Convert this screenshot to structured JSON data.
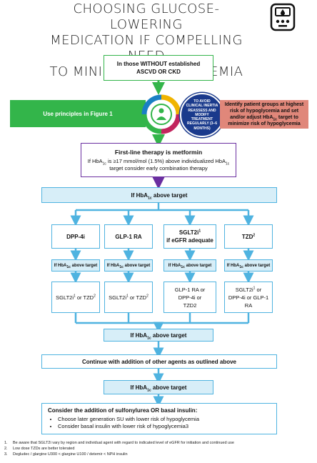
{
  "title": {
    "line1": "CHOOSING GLUCOSE-LOWERING",
    "line2": "MEDICATION IF COMPELLING NEED",
    "line3": "TO MINIMIZE HYPOGLYCEMIA"
  },
  "icon": "glucometer-icon",
  "start_box": {
    "line1": "In those WITHOUT established",
    "line2": "ASCVD OR CKD"
  },
  "principles_box": "Use principles in Figure 1",
  "inertia_circle": "TO AVOID CLINICAL INERTIA REASSESS AND MODIFY TREATMENT REGULARLY (3–6 MONTHS)",
  "identify_box": {
    "pre": "Identify patient groups at highest risk of hypoglycemia and set and/or adjust HbA",
    "sub": "1c",
    "post": " target to minimize risk of hypoglycemia"
  },
  "first_line": {
    "title": "First-line therapy is metformin",
    "body_pre": "If HbA",
    "body_sub": "1c",
    "body_mid": " is ≥17 mmol/mol (1.5%) above individualized HbA",
    "body_sub2": "1c",
    "body_post": " target consider early combination therapy"
  },
  "hba1c_label": {
    "pre": "If HbA",
    "sub": "1c",
    "post": " above target"
  },
  "branches": [
    {
      "drug": "DPP-4i",
      "drug_sup": "",
      "drug_line2": "",
      "next": "SGLT2i",
      "next_sup": "1",
      "next_post": " or TZD",
      "next_sup2": "2",
      "extra": ""
    },
    {
      "drug": "GLP-1 RA",
      "drug_sup": "",
      "drug_line2": "",
      "next": "SGLT2i",
      "next_sup": "1",
      "next_post": " or TZD",
      "next_sup2": "2",
      "extra": ""
    },
    {
      "drug": "SGLT2i",
      "drug_sup": "1",
      "drug_line2": "if eGFR adequate",
      "next": "GLP-1 RA or",
      "next_sup": "",
      "next_post": "DPP-4i or",
      "next_sup2": "",
      "extra": "TZD2"
    },
    {
      "drug": "TZD",
      "drug_sup": "2",
      "drug_line2": "",
      "next": "SGLT2i",
      "next_sup": "1",
      "next_post": " or",
      "next_sup2": "",
      "extra": "DPP-4i or GLP-1 RA"
    }
  ],
  "continue_box": "Continue with addition of other agents as outlined above",
  "final_box": {
    "title_pre": "Consider the addition of sulfonylurea ",
    "title_or": "OR",
    "title_post": " basal insulin:",
    "items": [
      "Choose later generation SU with lower risk of hypoglycemia",
      "Consider basal insulin with lower risk of hypoglycemia3"
    ]
  },
  "footnotes": [
    {
      "num": "1.",
      "text": "Be aware that SGLT2i vary by region and individual agent with regard to indicated level of eGFR for initiation and continued use"
    },
    {
      "num": "2.",
      "text": "Low dose TZDs are better tolerated"
    },
    {
      "num": "3.",
      "text": "Degludec / glargine U300 < glargine U100 / detemir < NPH insulin"
    }
  ],
  "colors": {
    "green": "#33b54a",
    "purple": "#6a2ea0",
    "blue": "#4fb3e0",
    "light_blue": "#d7eef8",
    "salmon": "#e0877a",
    "navy": "#1a3a8c"
  }
}
